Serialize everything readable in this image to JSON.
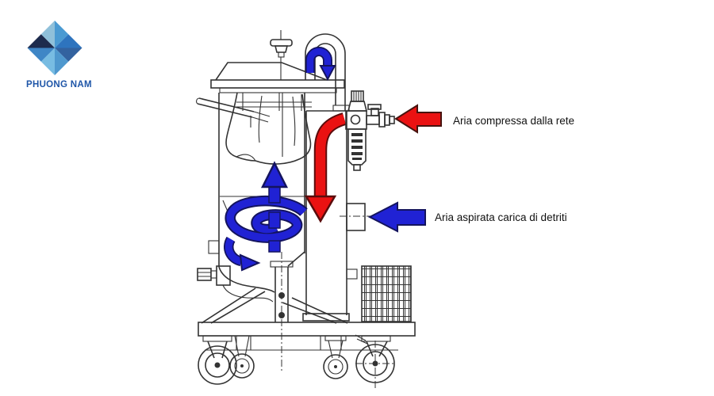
{
  "logo": {
    "text": "PHUONG NAM",
    "icon": "diamond-facets-icon"
  },
  "labels": {
    "compressed_air": "Aria compressa dalla rete",
    "suction_air": "Aria aspirata carica di detriti"
  },
  "colors": {
    "flow-red": "#ea1212",
    "flow-red-outline": "#5a0c0c",
    "flow-blue": "#2022d4",
    "flow-blue-outline": "#14145e",
    "line": "#333333",
    "label-text": "#111111",
    "logo-text": "#1f56a8",
    "logo-tl-top": "#8fc0da",
    "logo-tl-bot": "#1d2b4d",
    "logo-tr-top": "#4a9ad2",
    "logo-tr-bot": "#2e74be",
    "logo-br-top": "#33629f",
    "logo-br-bot": "#4f98ce",
    "logo-bl-top": "#3f86c6",
    "logo-bl-bot": "#78bce2"
  }
}
